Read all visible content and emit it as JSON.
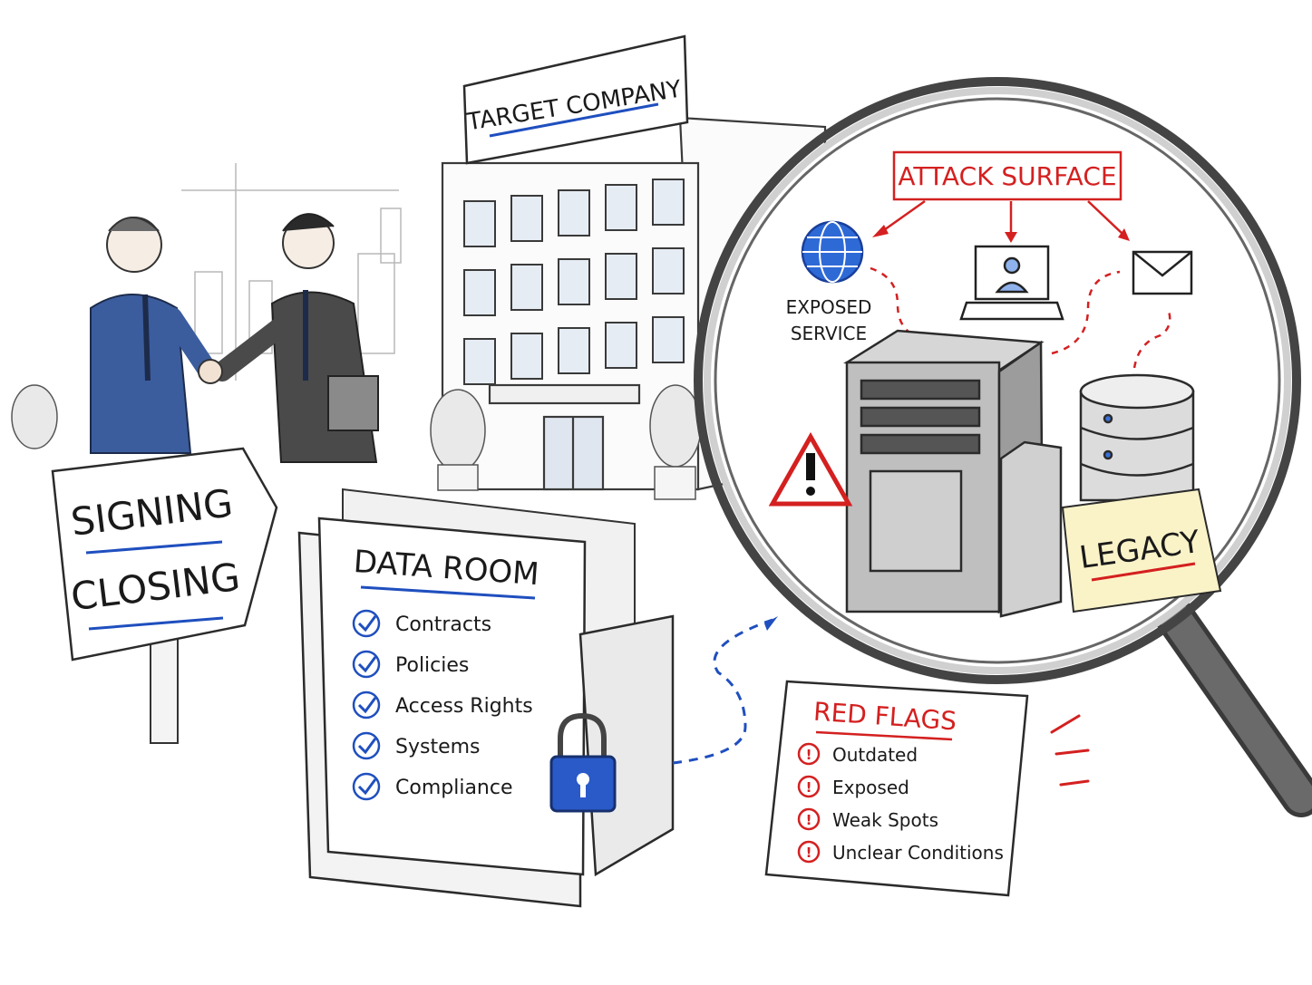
{
  "building": {
    "sign": "TARGET COMPANY"
  },
  "signpost": {
    "line1": "SIGNING",
    "line2": "CLOSING"
  },
  "data_room": {
    "title": "DATA ROOM",
    "items": [
      "Contracts",
      "Policies",
      "Access Rights",
      "Systems",
      "Compliance"
    ]
  },
  "magnifier": {
    "attack_surface": "ATTACK SURFACE",
    "exposed_line1": "EXPOSED",
    "exposed_line2": "SERVICE",
    "legacy": "LEGACY"
  },
  "red_flags": {
    "title": "RED FLAGS",
    "items": [
      "Outdated",
      "Exposed",
      "Weak Spots",
      "Unclear Conditions"
    ]
  },
  "colors": {
    "ink": "#2b2b2b",
    "blue": "#1f4fbf",
    "red": "#d42020",
    "sticky": "#fbf3c8"
  }
}
